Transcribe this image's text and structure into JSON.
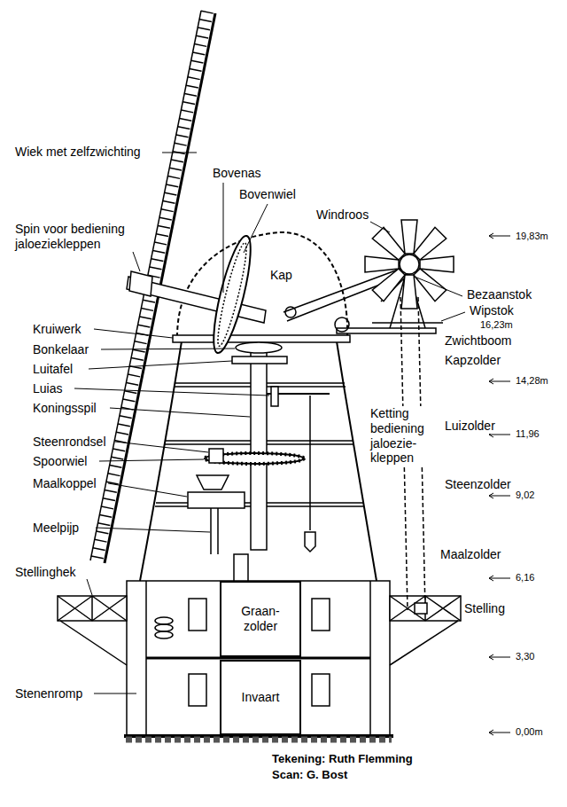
{
  "diagram": {
    "nodes": [
      {
        "text": [
          "Graan- zolder"
        ]
      },
      {
        "text": [
          "Invaart"
        ]
      }
    ],
    "labels": [
      "Wiek met zelfzwichting",
      "Bovenas",
      "Bovenwiel",
      "Windroos",
      "Spin voor bediening jaloeziekleppen",
      "19,83m",
      "Kap",
      "Bezaanstok",
      "Wipstok",
      "16,23m",
      "Zwichtboom",
      "Kruiwerk",
      "Bonkelaar",
      "Luitafel",
      "Kapzolder",
      "Luias",
      "14,28m",
      "Koningsspil",
      "Ketting bediening jaloezie- kleppen",
      "Luizolder",
      "11,96",
      "Steenrondsel",
      "Spoorwiel",
      "Maalkoppel",
      "Steenzolder",
      "9,02",
      "Meelpijp",
      "Maalzolder",
      "Stellinghek",
      "6,16",
      "Stelling",
      "3,30",
      "Stenenromp",
      "0,00m",
      "Tekening: Ruth Flemming",
      "Scan: G. Bost"
    ]
  }
}
